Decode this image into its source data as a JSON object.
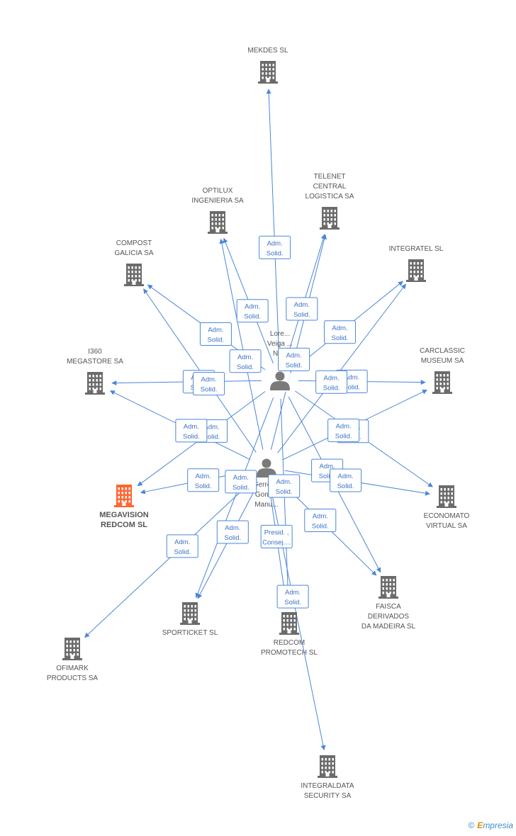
{
  "colors": {
    "edge": "#4a86d8",
    "company": "#6b6b6b",
    "highlight": "#ff6633",
    "person": "#7a7a7a",
    "label": "#555555"
  },
  "nodes": [
    {
      "id": "mekdes",
      "type": "company",
      "lines": [
        "MEKDES SL"
      ]
    },
    {
      "id": "telenet",
      "type": "company",
      "lines": [
        "TELENET",
        "CENTRAL",
        "LOGISTICA SA"
      ]
    },
    {
      "id": "optilux",
      "type": "company",
      "lines": [
        "OPTILUX",
        "INGENIERIA SA"
      ]
    },
    {
      "id": "integratel",
      "type": "company",
      "lines": [
        "INTEGRATEL SL"
      ]
    },
    {
      "id": "compost",
      "type": "company",
      "lines": [
        "COMPOST",
        "GALICIA SA"
      ]
    },
    {
      "id": "i360",
      "type": "company",
      "lines": [
        "I360",
        "MEGASTORE SA"
      ]
    },
    {
      "id": "carclassic",
      "type": "company",
      "lines": [
        "CARCLASSIC",
        "MUSEUM SA"
      ]
    },
    {
      "id": "megavision",
      "type": "company",
      "highlight": true,
      "lines": [
        "MEGAVISION",
        "REDCOM SL"
      ]
    },
    {
      "id": "economato",
      "type": "company",
      "lines": [
        "ECONOMATO",
        "VIRTUAL SA"
      ]
    },
    {
      "id": "faisca",
      "type": "company",
      "lines": [
        "FAISCA",
        "DERIVADOS",
        "DA MADEIRA SL"
      ]
    },
    {
      "id": "sporticket",
      "type": "company",
      "lines": [
        "SPORTICKET SL"
      ]
    },
    {
      "id": "redcom",
      "type": "company",
      "lines": [
        "REDCOM",
        "PROMOTECH SL"
      ]
    },
    {
      "id": "ofimark",
      "type": "company",
      "lines": [
        "OFIMARK",
        "PRODUCTS SA"
      ]
    },
    {
      "id": "integraldata",
      "type": "company",
      "lines": [
        "INTEGRALDATA",
        "SECURITY SA"
      ]
    },
    {
      "id": "lorena",
      "type": "person",
      "lines": [
        "Lore...",
        "Veiga ...",
        "Nely"
      ]
    },
    {
      "id": "ferreira",
      "type": "person",
      "lines": [
        "Ferreira",
        "Gonz...",
        "Manu..."
      ]
    }
  ],
  "edges": [
    {
      "from": "lorena",
      "to": "mekdes",
      "label": [
        "Adm.",
        "Solid."
      ]
    },
    {
      "from": "lorena",
      "to": "telenet",
      "label": [
        "Adm.",
        "Solid."
      ]
    },
    {
      "from": "lorena",
      "to": "optilux",
      "label": [
        "Adm.",
        "Solid."
      ]
    },
    {
      "from": "lorena",
      "to": "integratel",
      "label": [
        "Adm.",
        "Solid."
      ]
    },
    {
      "from": "lorena",
      "to": "compost",
      "label": [
        "Adm.",
        "Solid."
      ]
    },
    {
      "from": "lorena",
      "to": "i360",
      "label": [
        "Adm.",
        "Solid."
      ]
    },
    {
      "from": "lorena",
      "to": "carclassic",
      "label": [
        "Adm.",
        "Solid."
      ]
    },
    {
      "from": "lorena",
      "to": "megavision",
      "label": [
        "Adm.",
        "Solid."
      ]
    },
    {
      "from": "lorena",
      "to": "economato",
      "label": [
        "Adm.",
        "Solid."
      ]
    },
    {
      "from": "lorena",
      "to": "faisca",
      "label": [
        "Adm.",
        "Solid."
      ]
    },
    {
      "from": "lorena",
      "to": "sporticket",
      "label": [
        "Adm.",
        "Solid."
      ]
    },
    {
      "from": "lorena",
      "to": "redcom",
      "label": [
        "Adm.",
        "Solid."
      ]
    },
    {
      "from": "ferreira",
      "to": "telenet",
      "label": [
        "Adm.",
        "Solid."
      ]
    },
    {
      "from": "ferreira",
      "to": "optilux",
      "label": [
        "Adm.",
        "Solid."
      ]
    },
    {
      "from": "ferreira",
      "to": "integratel",
      "label": [
        "Adm.",
        "Solid."
      ]
    },
    {
      "from": "ferreira",
      "to": "compost",
      "label": [
        "Adm.",
        "Solid."
      ]
    },
    {
      "from": "ferreira",
      "to": "i360",
      "label": [
        "Adm.",
        "Solid."
      ]
    },
    {
      "from": "ferreira",
      "to": "carclassic",
      "label": [
        "Adm.",
        "Solid."
      ]
    },
    {
      "from": "ferreira",
      "to": "megavision",
      "label": [
        "Adm.",
        "Solid."
      ]
    },
    {
      "from": "ferreira",
      "to": "economato",
      "label": [
        "Adm.",
        "Solid."
      ]
    },
    {
      "from": "ferreira",
      "to": "faisca",
      "label": [
        "Adm.",
        "Solid."
      ]
    },
    {
      "from": "ferreira",
      "to": "sporticket",
      "label": [
        "Adm.",
        "Solid."
      ]
    },
    {
      "from": "ferreira",
      "to": "ofimark",
      "label": [
        "Adm.",
        "Solid."
      ]
    },
    {
      "from": "ferreira",
      "to": "redcom",
      "label": [
        "Presid. ,",
        "Consej...."
      ]
    },
    {
      "from": "ferreira",
      "to": "integraldata",
      "label": [
        "Adm.",
        "Solid."
      ]
    }
  ],
  "footer": {
    "copyright": "©",
    "brand_first": "E",
    "brand_rest": "mpresia"
  }
}
